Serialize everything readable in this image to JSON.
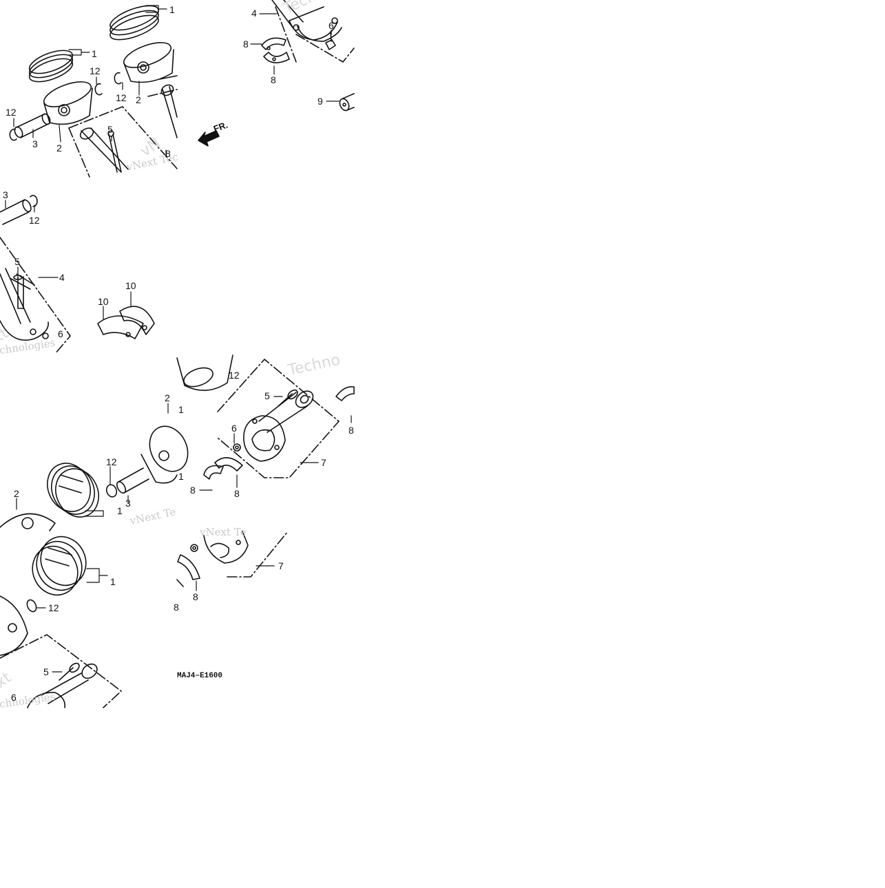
{
  "diagram": {
    "code": "MAJ4–E1600",
    "front_label": "FR.",
    "watermarks": [
      "vNext Tec",
      "Techn",
      "vNext Te",
      "Techno",
      "xt",
      "chnologies"
    ],
    "callouts": {
      "c1": "1",
      "c2": "2",
      "c3": "3",
      "c4": "4",
      "c5": "5",
      "c6": "6",
      "c7": "7",
      "c8": "8",
      "c9": "9",
      "c10": "10",
      "c12": "12"
    }
  }
}
